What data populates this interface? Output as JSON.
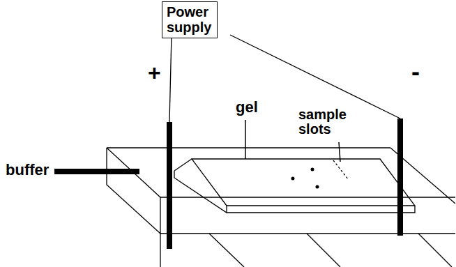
{
  "diagram": {
    "nodes": [
      {
        "text": [
          "Power supply"
        ]
      }
    ],
    "labels": [
      "+",
      "gel",
      "sample slots",
      "-",
      "buffer"
    ]
  }
}
